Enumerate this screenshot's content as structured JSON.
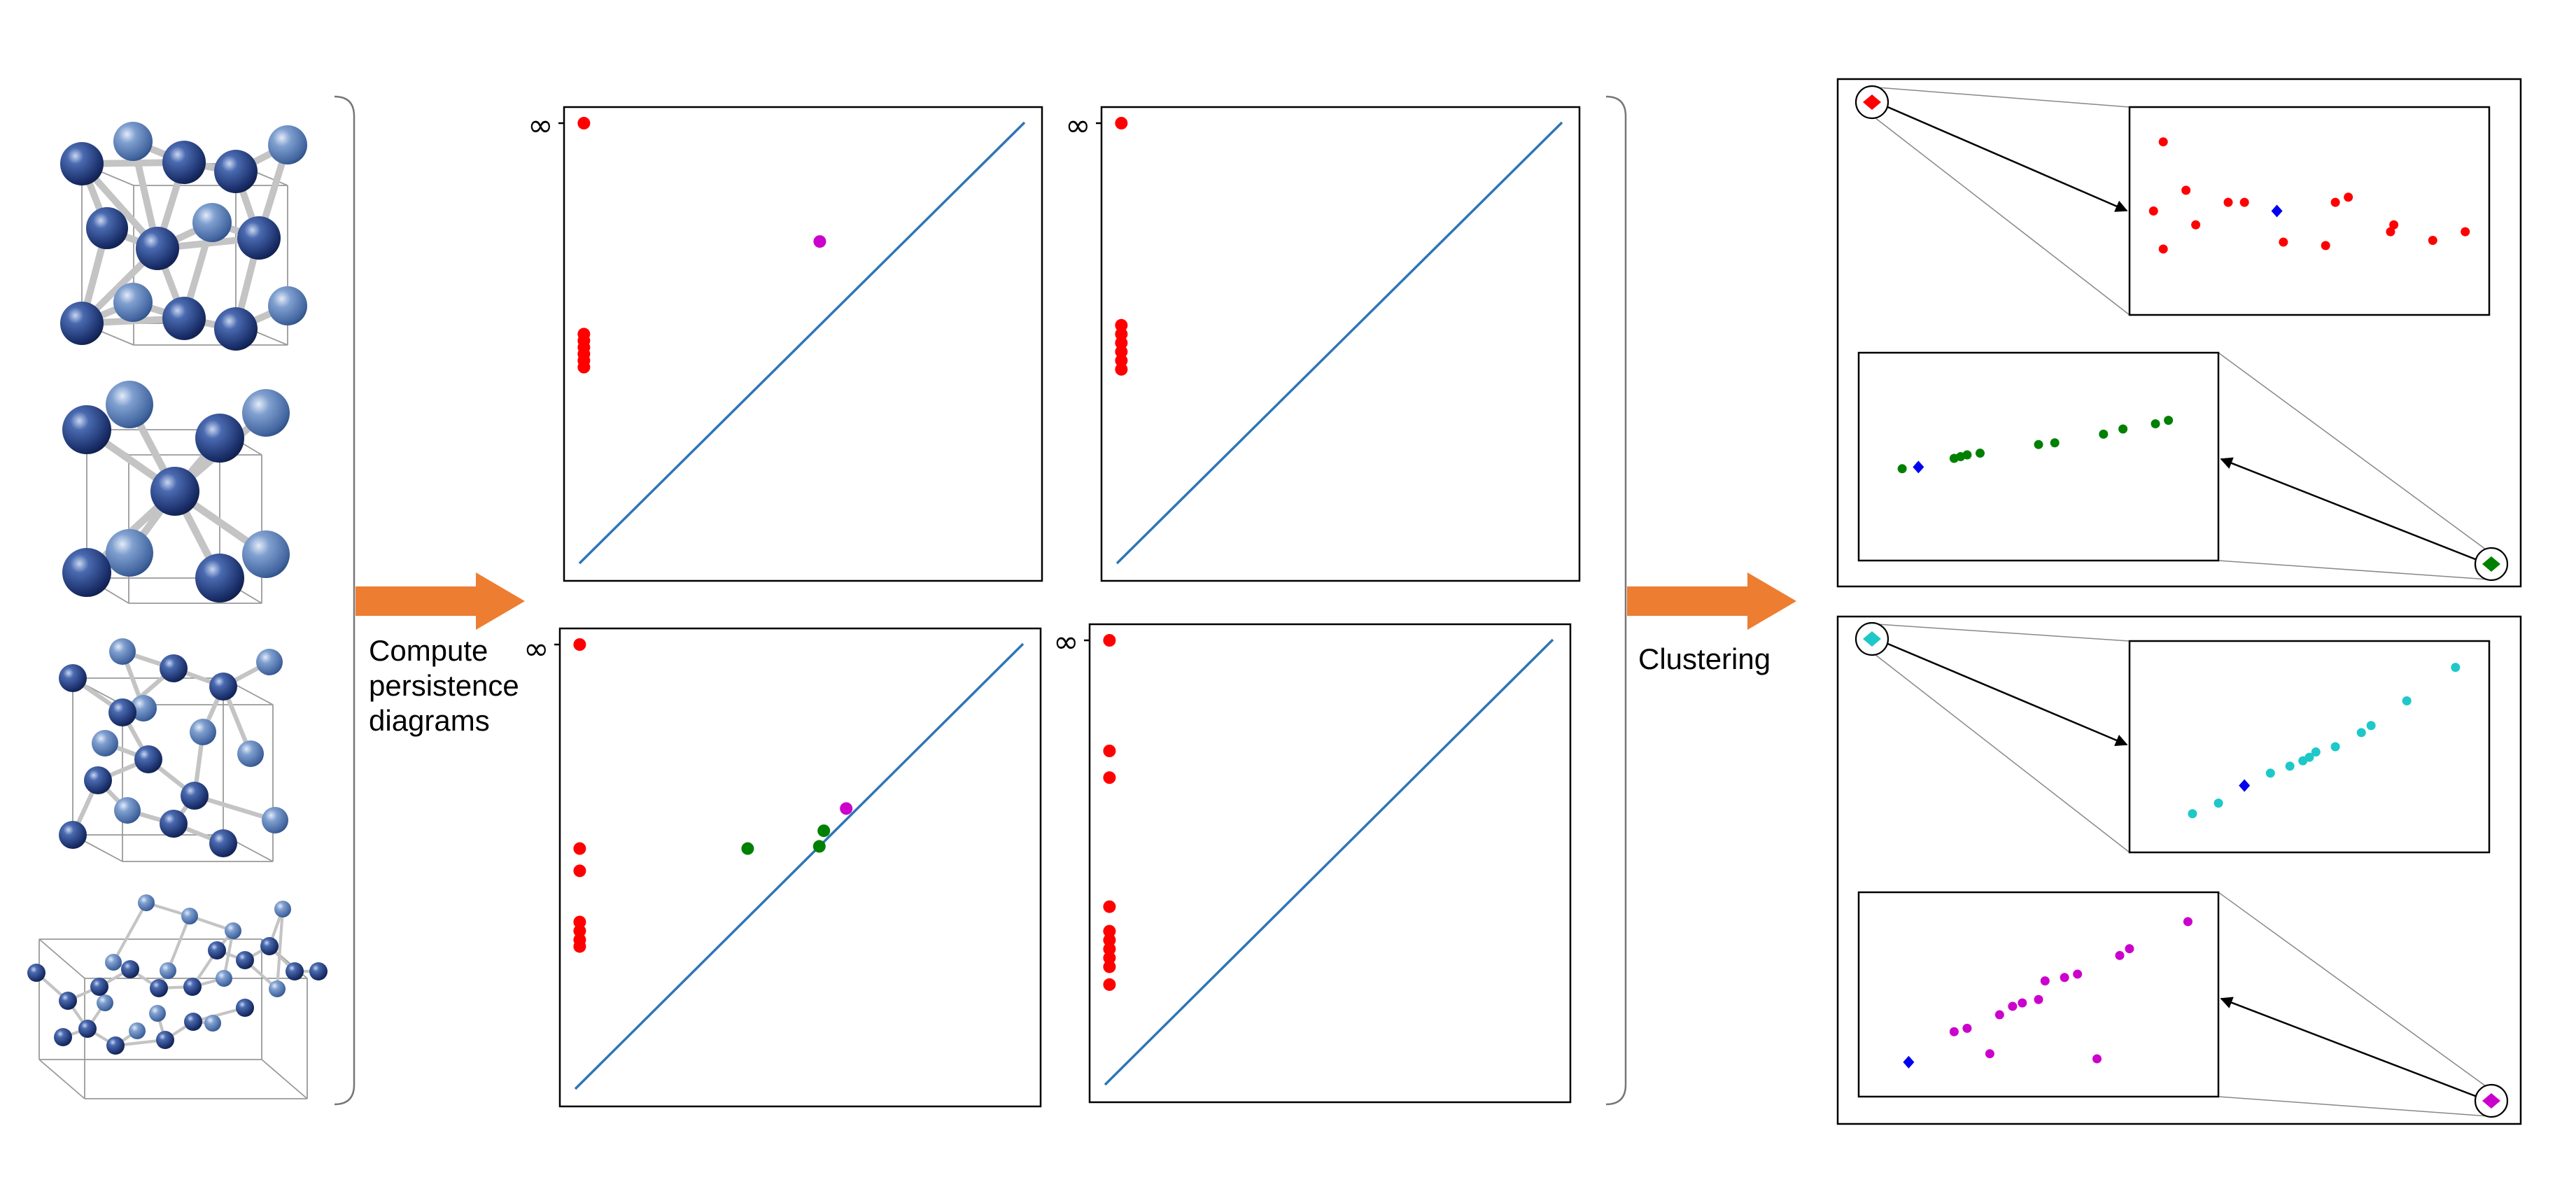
{
  "labels": {
    "compute": [
      "Compute",
      "persistence",
      "diagrams"
    ],
    "clustering": "Clustering",
    "infinity": "∞"
  },
  "colors": {
    "arrow": "#ed7d31",
    "diagonal": "#2e75b6",
    "h0": "#ff0000",
    "h1_magenta": "#cc00cc",
    "h1_green": "#008000",
    "center": "#0000ee",
    "cyan": "#1ec8c8",
    "atom_dark": "#1e3a78",
    "atom_light": "#5a7fb5",
    "bond": "#bcbcbc"
  },
  "icons": [
    "bracket-icon",
    "arrow-right-icon",
    "zoom-circle-icon",
    "diamond-marker-icon",
    "atom-icon"
  ],
  "diagrams": [
    {
      "name": "diagram-1",
      "points": [
        {
          "x": 0.01,
          "y": 1.0,
          "c": "h0"
        },
        {
          "x": 0.01,
          "y": 0.52,
          "c": "h0"
        },
        {
          "x": 0.01,
          "y": 0.505,
          "c": "h0"
        },
        {
          "x": 0.01,
          "y": 0.49,
          "c": "h0"
        },
        {
          "x": 0.01,
          "y": 0.475,
          "c": "h0"
        },
        {
          "x": 0.01,
          "y": 0.46,
          "c": "h0"
        },
        {
          "x": 0.01,
          "y": 0.445,
          "c": "h0"
        },
        {
          "x": 0.54,
          "y": 0.73,
          "c": "h1_magenta"
        }
      ]
    },
    {
      "name": "diagram-2",
      "points": [
        {
          "x": 0.01,
          "y": 1.0,
          "c": "h0"
        },
        {
          "x": 0.01,
          "y": 0.54,
          "c": "h0"
        },
        {
          "x": 0.01,
          "y": 0.52,
          "c": "h0"
        },
        {
          "x": 0.01,
          "y": 0.5,
          "c": "h0"
        },
        {
          "x": 0.01,
          "y": 0.48,
          "c": "h0"
        },
        {
          "x": 0.01,
          "y": 0.46,
          "c": "h0"
        },
        {
          "x": 0.01,
          "y": 0.44,
          "c": "h0"
        }
      ]
    },
    {
      "name": "diagram-3",
      "points": [
        {
          "x": 0.01,
          "y": 1.0,
          "c": "h0"
        },
        {
          "x": 0.01,
          "y": 0.54,
          "c": "h0"
        },
        {
          "x": 0.01,
          "y": 0.49,
          "c": "h0"
        },
        {
          "x": 0.01,
          "y": 0.375,
          "c": "h0"
        },
        {
          "x": 0.01,
          "y": 0.355,
          "c": "h0"
        },
        {
          "x": 0.01,
          "y": 0.335,
          "c": "h0"
        },
        {
          "x": 0.01,
          "y": 0.32,
          "c": "h0"
        },
        {
          "x": 0.385,
          "y": 0.54,
          "c": "h1_green"
        },
        {
          "x": 0.555,
          "y": 0.58,
          "c": "h1_green"
        },
        {
          "x": 0.545,
          "y": 0.545,
          "c": "h1_green"
        },
        {
          "x": 0.605,
          "y": 0.63,
          "c": "h1_magenta"
        }
      ]
    },
    {
      "name": "diagram-4",
      "points": [
        {
          "x": 0.01,
          "y": 1.0,
          "c": "h0"
        },
        {
          "x": 0.01,
          "y": 0.75,
          "c": "h0"
        },
        {
          "x": 0.01,
          "y": 0.69,
          "c": "h0"
        },
        {
          "x": 0.01,
          "y": 0.4,
          "c": "h0"
        },
        {
          "x": 0.01,
          "y": 0.345,
          "c": "h0"
        },
        {
          "x": 0.01,
          "y": 0.325,
          "c": "h0"
        },
        {
          "x": 0.01,
          "y": 0.305,
          "c": "h0"
        },
        {
          "x": 0.01,
          "y": 0.285,
          "c": "h0"
        },
        {
          "x": 0.01,
          "y": 0.265,
          "c": "h0"
        },
        {
          "x": 0.01,
          "y": 0.225,
          "c": "h0"
        }
      ]
    }
  ],
  "zooms": [
    {
      "name": "zoom-red",
      "color": "h0",
      "points": [
        [
          0.12,
          0.62
        ],
        [
          0.15,
          0.42
        ],
        [
          0.25,
          0.55
        ],
        [
          0.3,
          0.55
        ],
        [
          0.02,
          0.5
        ],
        [
          0.05,
          0.9
        ],
        [
          0.42,
          0.32
        ],
        [
          0.55,
          0.3
        ],
        [
          0.58,
          0.55
        ],
        [
          0.62,
          0.58
        ],
        [
          0.75,
          0.38
        ],
        [
          0.76,
          0.42
        ],
        [
          0.88,
          0.33
        ],
        [
          0.98,
          0.38
        ],
        [
          0.05,
          0.28
        ]
      ],
      "center": [
        0.4,
        0.5
      ]
    },
    {
      "name": "zoom-green",
      "color": "h1_green",
      "points": [
        [
          0.08,
          0.43
        ],
        [
          0.24,
          0.49
        ],
        [
          0.26,
          0.5
        ],
        [
          0.28,
          0.51
        ],
        [
          0.32,
          0.52
        ],
        [
          0.5,
          0.57
        ],
        [
          0.55,
          0.58
        ],
        [
          0.7,
          0.63
        ],
        [
          0.76,
          0.66
        ],
        [
          0.86,
          0.69
        ],
        [
          0.9,
          0.71
        ]
      ],
      "center": [
        0.13,
        0.44
      ]
    },
    {
      "name": "zoom-cyan",
      "color": "cyan",
      "points": [
        [
          0.14,
          0.12
        ],
        [
          0.22,
          0.18
        ],
        [
          0.38,
          0.35
        ],
        [
          0.44,
          0.39
        ],
        [
          0.48,
          0.42
        ],
        [
          0.5,
          0.44
        ],
        [
          0.52,
          0.47
        ],
        [
          0.58,
          0.5
        ],
        [
          0.66,
          0.58
        ],
        [
          0.69,
          0.62
        ],
        [
          0.8,
          0.76
        ],
        [
          0.95,
          0.95
        ]
      ],
      "center": [
        0.3,
        0.28
      ]
    },
    {
      "name": "zoom-magenta",
      "color": "h1_magenta",
      "points": [
        [
          0.24,
          0.28
        ],
        [
          0.28,
          0.3
        ],
        [
          0.35,
          0.15
        ],
        [
          0.38,
          0.38
        ],
        [
          0.42,
          0.43
        ],
        [
          0.45,
          0.45
        ],
        [
          0.5,
          0.47
        ],
        [
          0.52,
          0.58
        ],
        [
          0.58,
          0.6
        ],
        [
          0.62,
          0.62
        ],
        [
          0.68,
          0.12
        ],
        [
          0.75,
          0.73
        ],
        [
          0.78,
          0.77
        ],
        [
          0.96,
          0.93
        ]
      ],
      "center": [
        0.1,
        0.1
      ]
    }
  ]
}
